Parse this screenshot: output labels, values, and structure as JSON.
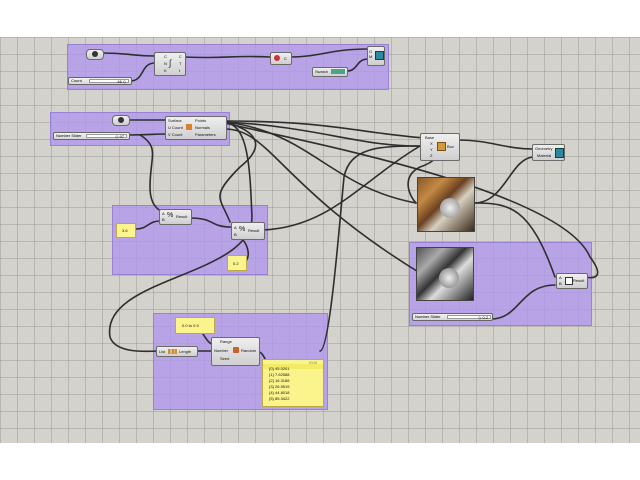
{
  "sliders": {
    "count": {
      "label": "Count",
      "value": "46 ◇"
    },
    "number1": {
      "label": "Number Slider",
      "value": "◇ 97"
    },
    "number2": {
      "label": "Number Slider",
      "value": "◇ 0.2"
    }
  },
  "swatch": {
    "label": "Swatch",
    "color": "#4aa38a"
  },
  "tween": {
    "ports_in": [
      "C",
      "N",
      "K"
    ],
    "ports_out": [
      "C",
      "T",
      "t"
    ]
  },
  "color_comp": {
    "port": "C"
  },
  "divide": {
    "inputs": [
      "Surface",
      "U Count",
      "V Count"
    ],
    "outputs": [
      "Points",
      "Normals",
      "Parameters"
    ]
  },
  "result1": {
    "label": "Result",
    "ports": [
      "A",
      "B"
    ]
  },
  "result2": {
    "label": "Result",
    "ports": [
      "A",
      "B"
    ]
  },
  "result3": {
    "label": "Result",
    "ports": [
      "A",
      "B"
    ]
  },
  "panels": {
    "p1": "3.6",
    "p2": "0.2",
    "range": "0.0 to 0.9"
  },
  "box": {
    "title": "Base",
    "inputs": [
      "X",
      "Y",
      "Z"
    ],
    "output": "Box"
  },
  "display": {
    "inputs": [
      "Geometry",
      "Material"
    ]
  },
  "list_length": {
    "input": "List",
    "output": "Length"
  },
  "random": {
    "header": "Range",
    "inputs": [
      "Range",
      "Number",
      "Seed"
    ],
    "output": "Random"
  },
  "random_list": {
    "header": "{0;0}",
    "items": [
      "{0} 45.0201",
      "{1} 7.62588",
      "{2} 16.3186",
      "{3} 26.9519",
      "{4} 44.8018",
      "{5} 85.3422"
    ]
  }
}
